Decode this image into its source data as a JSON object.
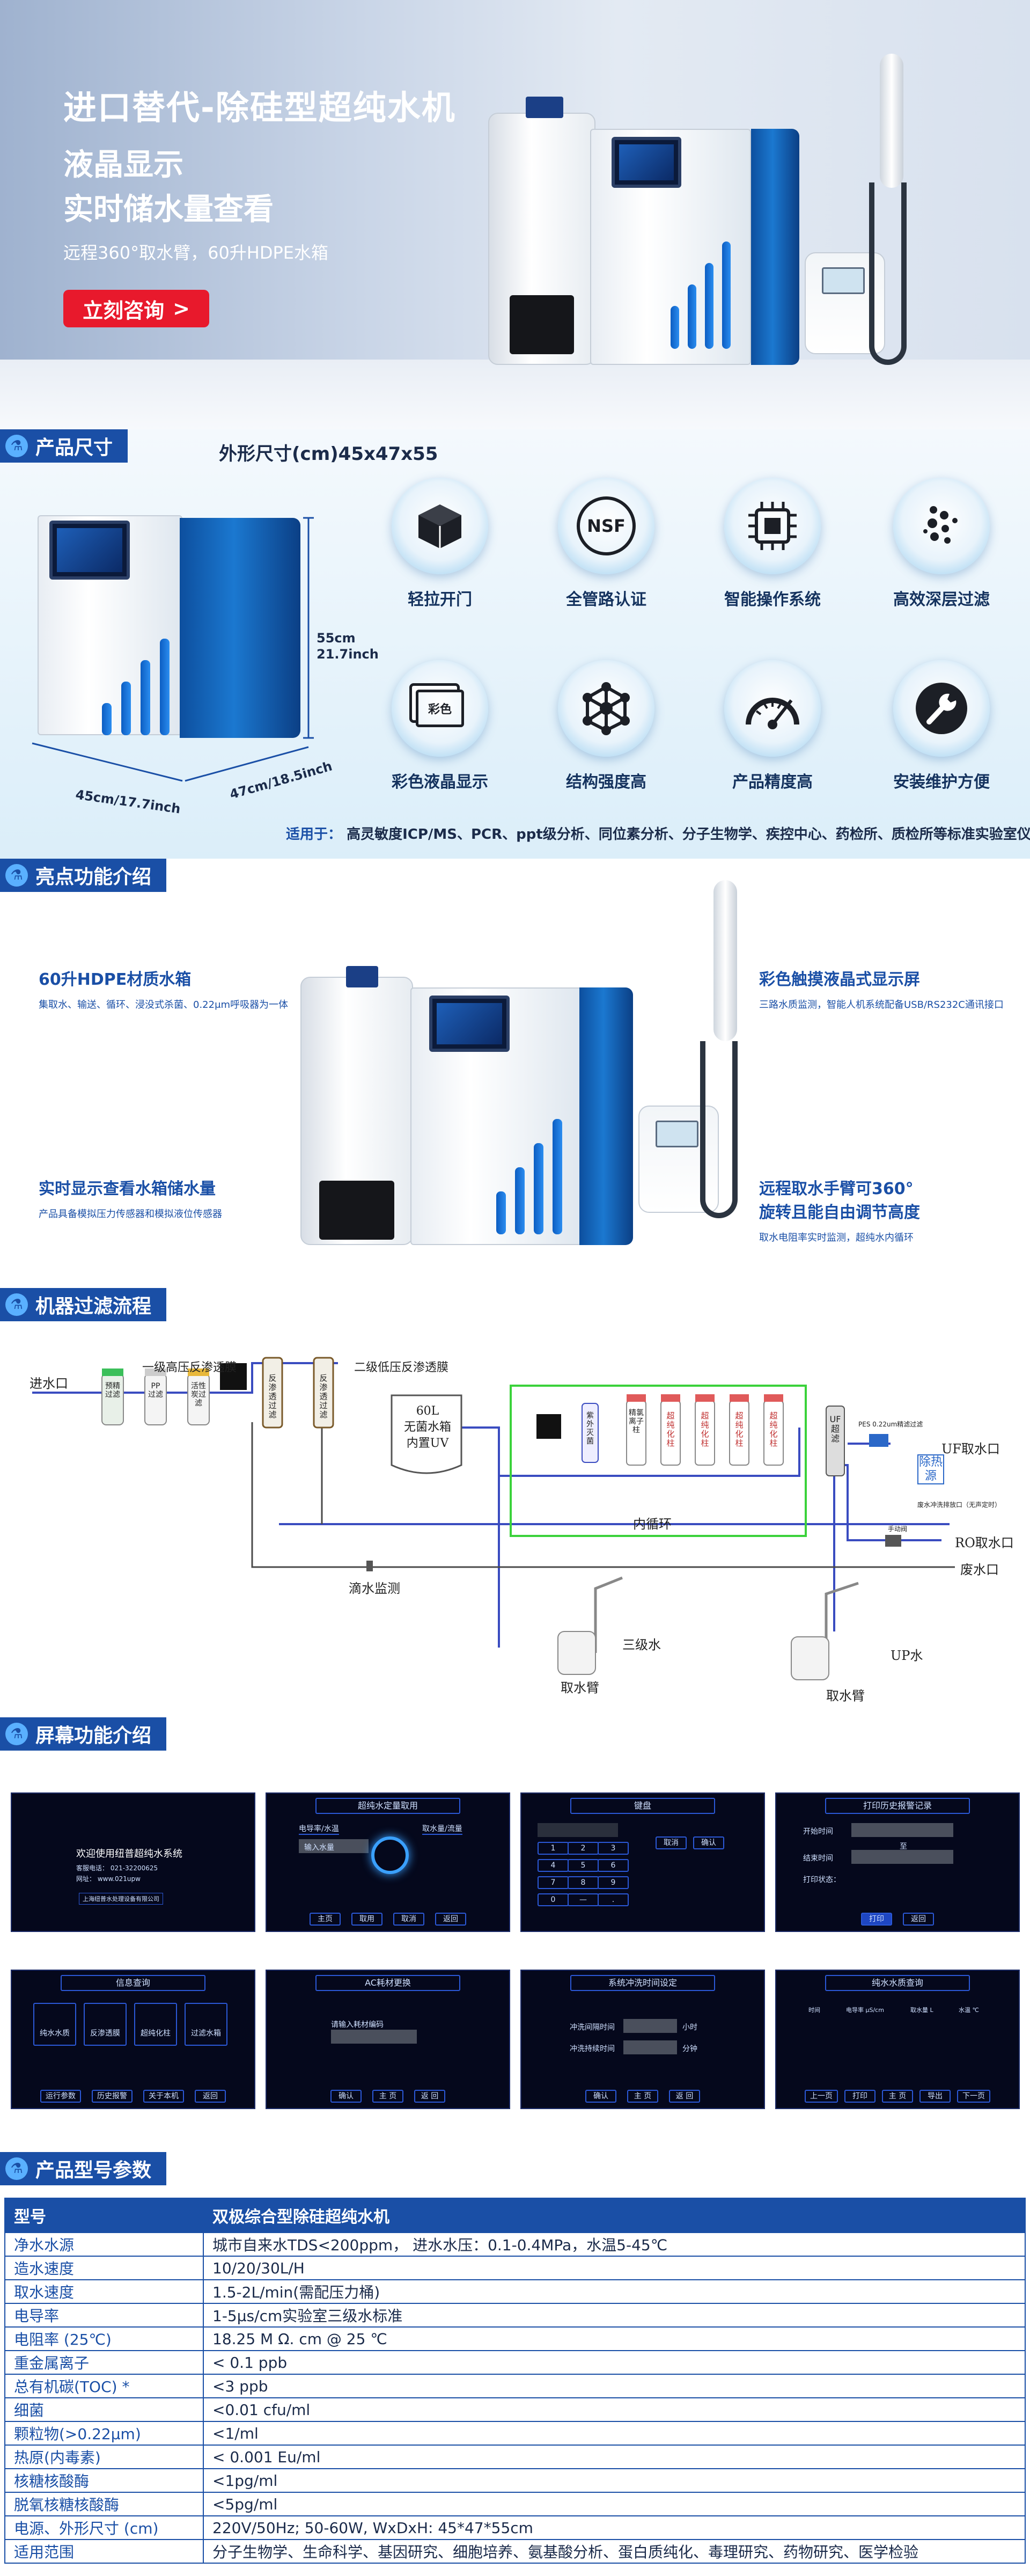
{
  "hero": {
    "title": "进口替代-除硅型超纯水机",
    "line1": "液晶显示",
    "line2": "实时储水量查看",
    "desc": "远程360°取水臂，60升HDPE水箱",
    "cta": "立刻咨询",
    "cta_arrow": ">"
  },
  "size": {
    "section_title": "产品尺寸",
    "dims_label": "外形尺寸(cm)45x47x55",
    "height": "55cm",
    "height_in": "21.7inch",
    "width": "45cm/17.7inch",
    "depth": "47cm/18.5inch",
    "features": [
      {
        "label": "轻拉开门",
        "icon": "box-icon"
      },
      {
        "label": "全管路认证",
        "icon": "nsf-icon",
        "text": "NSF"
      },
      {
        "label": "智能操作系统",
        "icon": "chip-icon"
      },
      {
        "label": "高效深层过滤",
        "icon": "filter-icon"
      },
      {
        "label": "彩色液晶显示",
        "icon": "color-display-icon",
        "text": "彩色"
      },
      {
        "label": "结构强度高",
        "icon": "structure-icon"
      },
      {
        "label": "产品精度高",
        "icon": "gauge-icon"
      },
      {
        "label": "安装维护方便",
        "icon": "wrench-icon"
      }
    ],
    "apply_key": "适用于：",
    "apply_value": "高灵敏度ICP/MS、PCR、ppt级分析、同位素分析、分子生物学、疾控中心、药检所、质检所等标准实验室仪器用水"
  },
  "highlights": {
    "section_title": "亮点功能介绍",
    "items": [
      {
        "title": "60升HDPE材质水箱",
        "desc": "集取水、输送、循环、浸没式杀菌、0.22μm呼吸器为一体"
      },
      {
        "title": "实时显示查看水箱储水量",
        "desc": "产品具备模拟压力传感器和模拟液位传感器"
      },
      {
        "title": "彩色触摸液晶式显示屏",
        "desc": "三路水质监测，智能人机系统配备USB/RS232C通讯接口"
      },
      {
        "title": "远程取水手臂可360°",
        "title2": "旋转且能自由调节高度",
        "desc": "取水电阻率实时监测，超纯水内循环"
      }
    ]
  },
  "flow": {
    "section_title": "机器过滤流程",
    "inlet": "进水口",
    "ro1": "一级高压反渗透膜",
    "ro2": "二级低压反渗透膜",
    "tank_a": "60L",
    "tank_b": "无菌水箱",
    "tank_c": "内置UV",
    "pre_filters": [
      "预精过滤",
      "PP过滤",
      "活性炭过滤"
    ],
    "ro_cols": [
      "反渗透过滤",
      "反渗透过滤"
    ],
    "loop_filters": [
      "紫外灭菌",
      "精氯离子柱",
      "超纯化柱",
      "超纯化柱",
      "超纯化柱",
      "超纯化柱"
    ],
    "uf": "UF超滤",
    "inner_loop": "内循环",
    "pes": "PES 0.22um精滤过滤",
    "uf_outlet": "UF取水口",
    "heat_source": "除热源",
    "heat_note": "废水冲洗排放口（无声定时）",
    "hand_valve": "手动阀",
    "ro_outlet": "RO取水口",
    "waste_outlet": "废水口",
    "drip": "滴水监测",
    "grade3": "三级水",
    "arm1": "取水臂",
    "up_water": "UP水",
    "arm2": "取水臂"
  },
  "screens": {
    "section_title": "屏幕功能介绍",
    "s1": {
      "title": "欢迎使用纽普超纯水系统",
      "line1": "客服电话：  021-32200625",
      "line2": "网址：   www.021upw",
      "foot": "上海纽普水处理设备有限公司"
    },
    "s2": {
      "title": "超纯水定量取用",
      "tab1": "电导率/水温",
      "tab2": "取水量/流量",
      "field": "输入水量",
      "btns": [
        "主页",
        "取用",
        "取消",
        "返回"
      ]
    },
    "s3": {
      "title": "键盘",
      "keys": [
        "1",
        "2",
        "3",
        "4",
        "5",
        "6",
        "7",
        "8",
        "9",
        "0",
        "—",
        "."
      ],
      "b1": "取消",
      "b2": "确认"
    },
    "s4": {
      "title": "打印历史报警记录",
      "l1": "开始时间",
      "l2": "结束时间",
      "l3": "打印状态：",
      "sep": "至",
      "btns": [
        "打印",
        "返回"
      ]
    },
    "s5": {
      "title": "信息查询",
      "items": [
        "纯水水质",
        "反渗透膜",
        "超纯化柱",
        "过滤水箱"
      ],
      "btns": [
        "运行参数",
        "历史报警",
        "关于本机",
        "返回"
      ]
    },
    "s6": {
      "title": "AC耗材更换",
      "field": "请输入耗材编码",
      "btns": [
        "确认",
        "主  页",
        "返  回"
      ]
    },
    "s7": {
      "title": "系统冲洗时间设定",
      "l1": "冲洗间隔时间",
      "l2": "冲洗持续时间",
      "u1": "小时",
      "u2": "分钟",
      "btns": [
        "确认",
        "主  页",
        "返  回"
      ]
    },
    "s8": {
      "title": "纯水水质查询",
      "cols": [
        "时间",
        "电导率 μS/cm",
        "取水量 L",
        "水温 ℃"
      ],
      "btns": [
        "上一页",
        "打印",
        "主  页",
        "导出",
        "下一页"
      ]
    }
  },
  "spec": {
    "section_title": "产品型号参数",
    "header": [
      "型号",
      "双极综合型除硅超纯水机"
    ],
    "rows": [
      [
        "净水水源",
        "城市自来水TDS<200ppm， 进水水压：0.1-0.4MPa，水温5-45℃"
      ],
      [
        "造水速度",
        "10/20/30L/H"
      ],
      [
        "取水速度",
        "1.5-2L/min(需配压力桶)"
      ],
      [
        "电导率",
        "1-5μs/cm实验室三级水标准"
      ],
      [
        "电阻率 (25℃)",
        "18.25 M Ω. cm @ 25 ℃"
      ],
      [
        "重金属离子",
        "< 0.1 ppb"
      ],
      [
        "总有机碳(TOC) *",
        "<3 ppb"
      ],
      [
        "细菌",
        "<0.01 cfu/ml"
      ],
      [
        "颗粒物(>0.22μm)",
        "<1/ml"
      ],
      [
        "热原(内毒素)",
        "< 0.001 Eu/ml"
      ],
      [
        "核糖核酸酶",
        "<1pg/ml"
      ],
      [
        "脱氧核糖核酸酶",
        "<5pg/ml"
      ],
      [
        "电源、外形尺寸 (cm)",
        "220V/50Hz;   50-60W,  WxDxH: 45*47*55cm"
      ],
      [
        "适用范围",
        "分子生物学、生命科学、基因研究、细胞培养、氨基酸分析、蛋白质纯化、毒理研究、药物研究、医学检验"
      ]
    ]
  },
  "colors": {
    "brand_blue": "#1a4fa6",
    "cta_red": "#e8192c"
  }
}
